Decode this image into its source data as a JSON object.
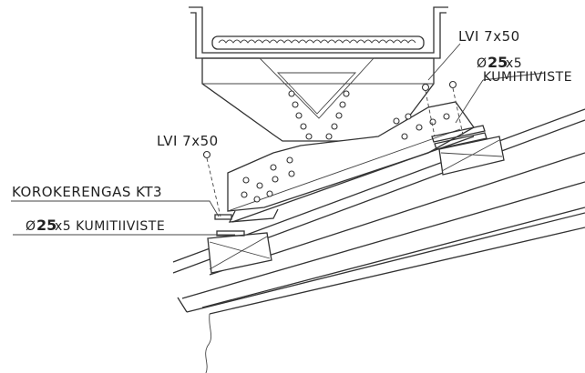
{
  "labels": {
    "screw_top": "LVI 7x50",
    "screw_left": "LVI 7x50",
    "raising_ring": "KOROKERENGAS KT3",
    "seal_right_dia": "Ø",
    "seal_right_size": "25",
    "seal_right_dim": "x5",
    "seal_right_name": "KUMITIIVISTE",
    "seal_left_dia": "Ø",
    "seal_left_size": "25",
    "seal_left_rest": "x5 KUMITIIVISTE"
  }
}
